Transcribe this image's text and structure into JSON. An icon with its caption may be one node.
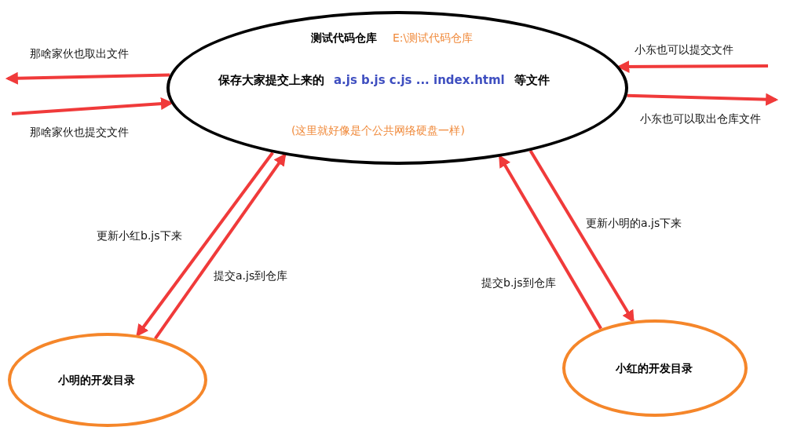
{
  "diagram": {
    "nodes": [
      {
        "text": [
          "测试代码仓库",
          "E:\\测试代码仓库",
          "保存大家提交上来的",
          "a.js  b.js  c.js ... index.html",
          "等文件",
          "(这里就好像是个公共网络硬盘一样)"
        ]
      },
      {
        "text": [
          "小明的开发目录"
        ]
      },
      {
        "text": [
          "小红的开发目录"
        ]
      }
    ],
    "edges": [
      {
        "from": 0,
        "to": null,
        "arrow": "to",
        "label": "那啥家伙也取出文件"
      },
      {
        "from": null,
        "to": 0,
        "arrow": "to",
        "label": "那啥家伙也提交文件"
      },
      {
        "from": null,
        "to": 0,
        "arrow": "to",
        "label": "小东也可以提交文件"
      },
      {
        "from": 0,
        "to": null,
        "arrow": "to",
        "label": "小东也可以取出仓库文件"
      },
      {
        "from": 0,
        "to": 1,
        "arrow": "to",
        "label": "更新小红b.js下来"
      },
      {
        "from": 1,
        "to": 0,
        "arrow": "to",
        "label": "提交a.js到仓库"
      },
      {
        "from": 2,
        "to": 0,
        "arrow": "to",
        "label": "提交b.js到仓库"
      },
      {
        "from": 0,
        "to": 2,
        "arrow": "to",
        "label": "更新小明的a.js下来"
      }
    ]
  }
}
